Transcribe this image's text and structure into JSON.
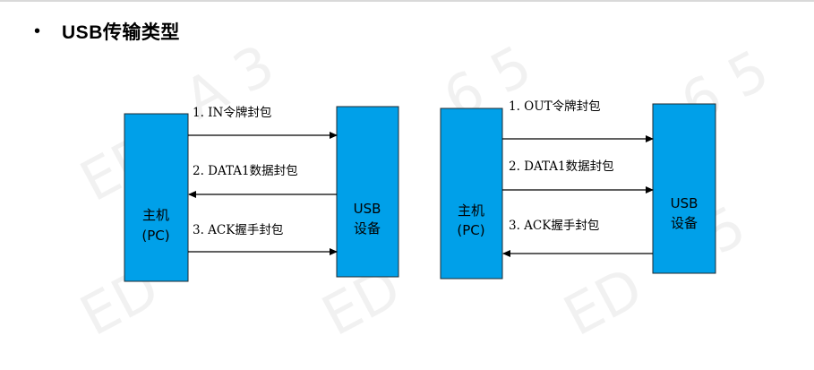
{
  "title": "USB传输类型",
  "bullet": "•",
  "watermark": "EDA365",
  "colors": {
    "box_fill": "#00a0e9",
    "arrow": "#000000"
  },
  "diagrams": [
    {
      "host": {
        "line1": "主机",
        "line2": "(PC)"
      },
      "device": {
        "line1": "USB",
        "line2": "设备"
      },
      "steps": [
        {
          "label": "1. IN令牌封包",
          "direction": "host-to-device"
        },
        {
          "label": "2. DATA1数据封包",
          "direction": "device-to-host"
        },
        {
          "label": "3. ACK握手封包",
          "direction": "host-to-device"
        }
      ]
    },
    {
      "host": {
        "line1": "主机",
        "line2": "(PC)"
      },
      "device": {
        "line1": "USB",
        "line2": "设备"
      },
      "steps": [
        {
          "label": "1. OUT令牌封包",
          "direction": "host-to-device"
        },
        {
          "label": "2. DATA1数据封包",
          "direction": "host-to-device"
        },
        {
          "label": "3. ACK握手封包",
          "direction": "device-to-host"
        }
      ]
    }
  ]
}
